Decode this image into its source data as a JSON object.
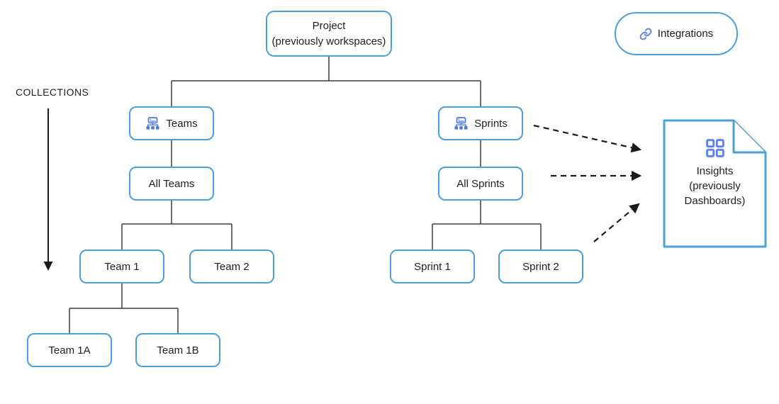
{
  "diagram": {
    "title_note": "Project hierarchy diagram",
    "collections": {
      "label": "COLLECTIONS"
    },
    "nodes": {
      "project": {
        "line1": "Project",
        "line2": "(previously workspaces)"
      },
      "teams": {
        "label": "Teams",
        "icon": "org-chart-icon"
      },
      "sprints": {
        "label": "Sprints",
        "icon": "org-chart-icon"
      },
      "all_teams": {
        "label": "All Teams"
      },
      "all_sprints": {
        "label": "All Sprints"
      },
      "team_1": {
        "label": "Team 1"
      },
      "team_2": {
        "label": "Team 2"
      },
      "team_1a": {
        "label": "Team 1A"
      },
      "team_1b": {
        "label": "Team 1B"
      },
      "sprint_1": {
        "label": "Sprint 1"
      },
      "sprint_2": {
        "label": "Sprint 2"
      }
    },
    "integrations": {
      "label": "Integrations",
      "icon": "link-icon"
    },
    "insights": {
      "line1": "Insights",
      "line2": "(previously",
      "line3": "Dashboards)",
      "icon": "grid-icon"
    },
    "structure": {
      "tree_edges": [
        {
          "from": "Project (previously workspaces)",
          "to": [
            "Teams",
            "Sprints"
          ]
        },
        {
          "from": "Teams",
          "to": [
            "All Teams"
          ]
        },
        {
          "from": "All Teams",
          "to": [
            "Team 1",
            "Team 2"
          ]
        },
        {
          "from": "Team 1",
          "to": [
            "Team 1A",
            "Team 1B"
          ]
        },
        {
          "from": "Sprints",
          "to": [
            "All Sprints"
          ]
        },
        {
          "from": "All Sprints",
          "to": [
            "Sprint 1",
            "Sprint 2"
          ]
        }
      ],
      "dashed_arrows": [
        {
          "from": "Sprints",
          "to": "Insights (previously Dashboards)"
        },
        {
          "from": "All Sprints",
          "to": "Insights (previously Dashboards)"
        },
        {
          "from": "Sprints subtree",
          "to": "Insights (previously Dashboards)"
        }
      ],
      "collections_arrow": "vertical arrow spanning Teams / All Teams levels"
    },
    "colors": {
      "node_border": "#4BA0D7",
      "org_chart_icon": "#4B78E6",
      "grid_link_icon": "#5F82F0",
      "tree_connector": "#3D3D3D",
      "arrow": "#1A1A1A",
      "text": "#1E1E21",
      "background": "#FFFFFF"
    }
  }
}
